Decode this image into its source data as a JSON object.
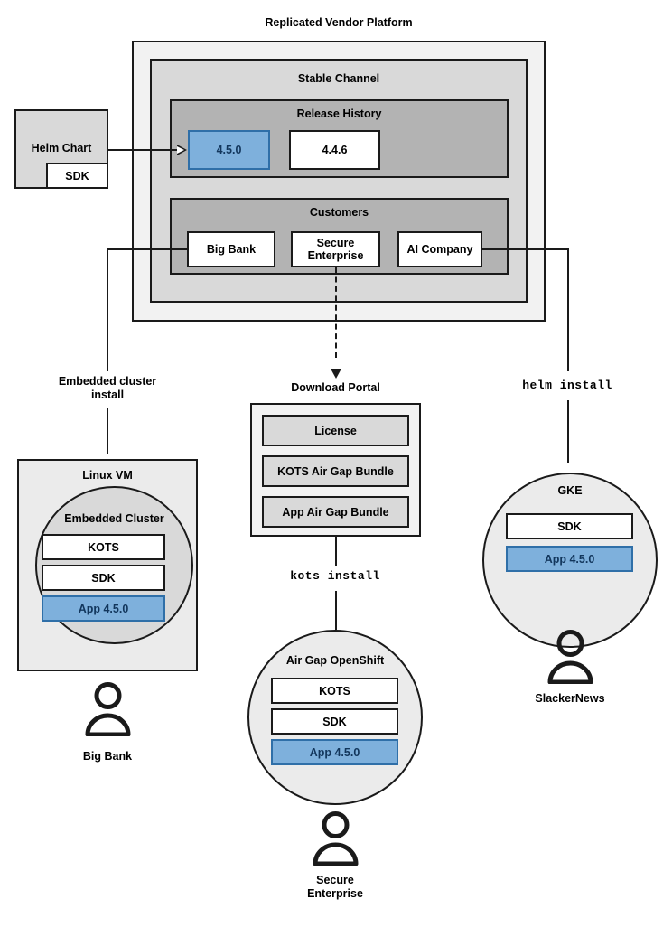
{
  "diagram": {
    "title": "Replicated Vendor Platform",
    "platform": {
      "title": "Replicated Vendor Platform",
      "channel": {
        "title": "Stable Channel",
        "release_history": {
          "title": "Release History",
          "releases": [
            {
              "version": "4.5.0",
              "highlighted": true
            },
            {
              "version": "4.4.6",
              "highlighted": false
            }
          ]
        },
        "customers": {
          "title": "Customers",
          "items": [
            {
              "name": "Big Bank"
            },
            {
              "name": "Secure\nEnterprise"
            },
            {
              "name": "AI Company"
            }
          ]
        }
      }
    },
    "helm_chart": {
      "title": "Helm Chart",
      "sdk_label": "SDK"
    },
    "download_portal": {
      "title": "Download Portal",
      "items": [
        "License",
        "KOTS Air Gap Bundle",
        "App Air Gap Bundle"
      ]
    },
    "connector_labels": {
      "embedded_install": "Embedded cluster\ninstall",
      "kots_install": "kots install",
      "helm_install": "helm install"
    },
    "targets": [
      {
        "id": "linux-vm",
        "outer_title": "Linux VM",
        "inner_title": "Embedded Cluster",
        "components": [
          {
            "label": "KOTS",
            "highlighted": false
          },
          {
            "label": "SDK",
            "highlighted": false
          },
          {
            "label": "App 4.5.0",
            "highlighted": true
          }
        ],
        "user": "Big Bank"
      },
      {
        "id": "air-gap-openshift",
        "outer_title": "Air Gap OpenShift",
        "components": [
          {
            "label": "KOTS",
            "highlighted": false
          },
          {
            "label": "SDK",
            "highlighted": false
          },
          {
            "label": "App 4.5.0",
            "highlighted": true
          }
        ],
        "user": "Secure\nEnterprise"
      },
      {
        "id": "gke",
        "outer_title": "GKE",
        "components": [
          {
            "label": "SDK",
            "highlighted": false
          },
          {
            "label": "App 4.5.0",
            "highlighted": true
          }
        ],
        "user": "SlackerNews"
      }
    ],
    "colors": {
      "highlight_fill": "#7eb0dc",
      "highlight_border": "#2f6fa8",
      "highlight_text": "#12365c",
      "stroke": "#1a1a1a",
      "platform_fill": "#f2f2f2",
      "channel_fill": "#d9d9d9",
      "group_fill": "#b3b3b3",
      "circle_fill": "#ebebeb",
      "inner_circle_fill": "#d9d9d9"
    }
  }
}
